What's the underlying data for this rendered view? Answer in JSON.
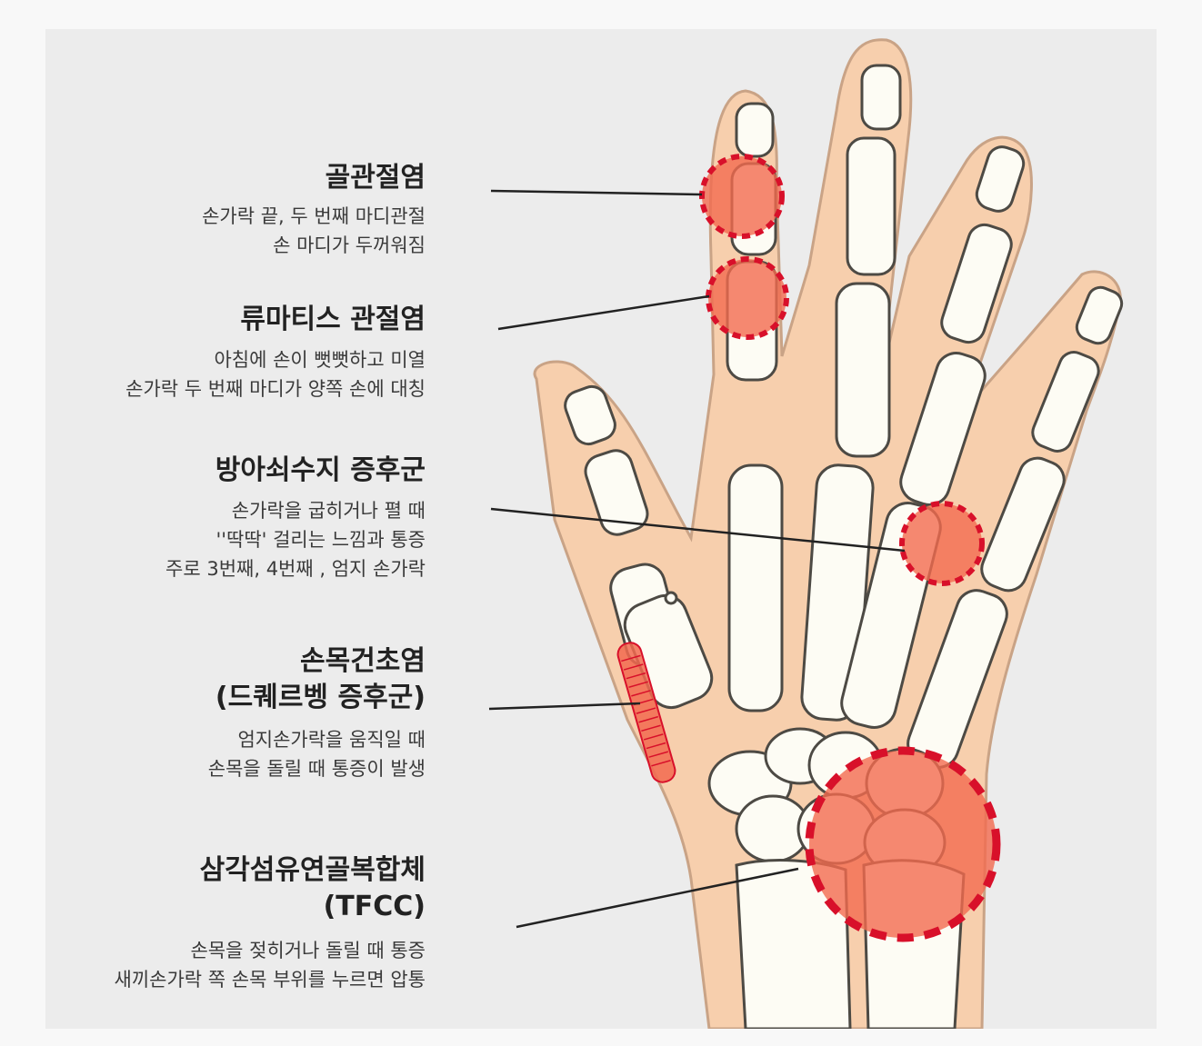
{
  "conditions": [
    {
      "id": "osteoarthritis",
      "title_lines": [
        "골관절염"
      ],
      "desc_lines": [
        "손가락 끝, 두 번째 마디관절",
        "손 마디가 두꺼워짐"
      ]
    },
    {
      "id": "rheumatoid",
      "title_lines": [
        "류마티스 관절염"
      ],
      "desc_lines": [
        "아침에 손이 뻣뻣하고 미열",
        "손가락 두 번째 마디가 양쪽 손에 대칭"
      ]
    },
    {
      "id": "trigger-finger",
      "title_lines": [
        "방아쇠수지 증후군"
      ],
      "desc_lines": [
        "손가락을 굽히거나 펼 때",
        "''딱딱' 걸리는 느낌과 통증",
        "주로 3번째, 4번째 , 엄지 손가락"
      ]
    },
    {
      "id": "de-quervain",
      "title_lines": [
        "손목건초염",
        "(드퀘르벵 증후군)"
      ],
      "desc_lines": [
        "엄지손가락을 움직일 때",
        "손목을 돌릴 때 통증이 발생"
      ]
    },
    {
      "id": "tfcc",
      "title_lines": [
        "삼각섬유연골복합체",
        "(TFCC)"
      ],
      "desc_lines": [
        "손목을 젖히거나 돌릴 때 통증",
        "새끼손가락 쪽 손목 부위를 누르면 압통"
      ]
    }
  ],
  "colors": {
    "panel": "#ececec",
    "skin": "#f7cfad",
    "skin_outline": "#c9a386",
    "bone": "#fdfcf4",
    "bone_outline": "#4d4a44",
    "marker_fill": "#f26a4f",
    "marker_outline": "#d8102a",
    "leader": "#222222"
  }
}
